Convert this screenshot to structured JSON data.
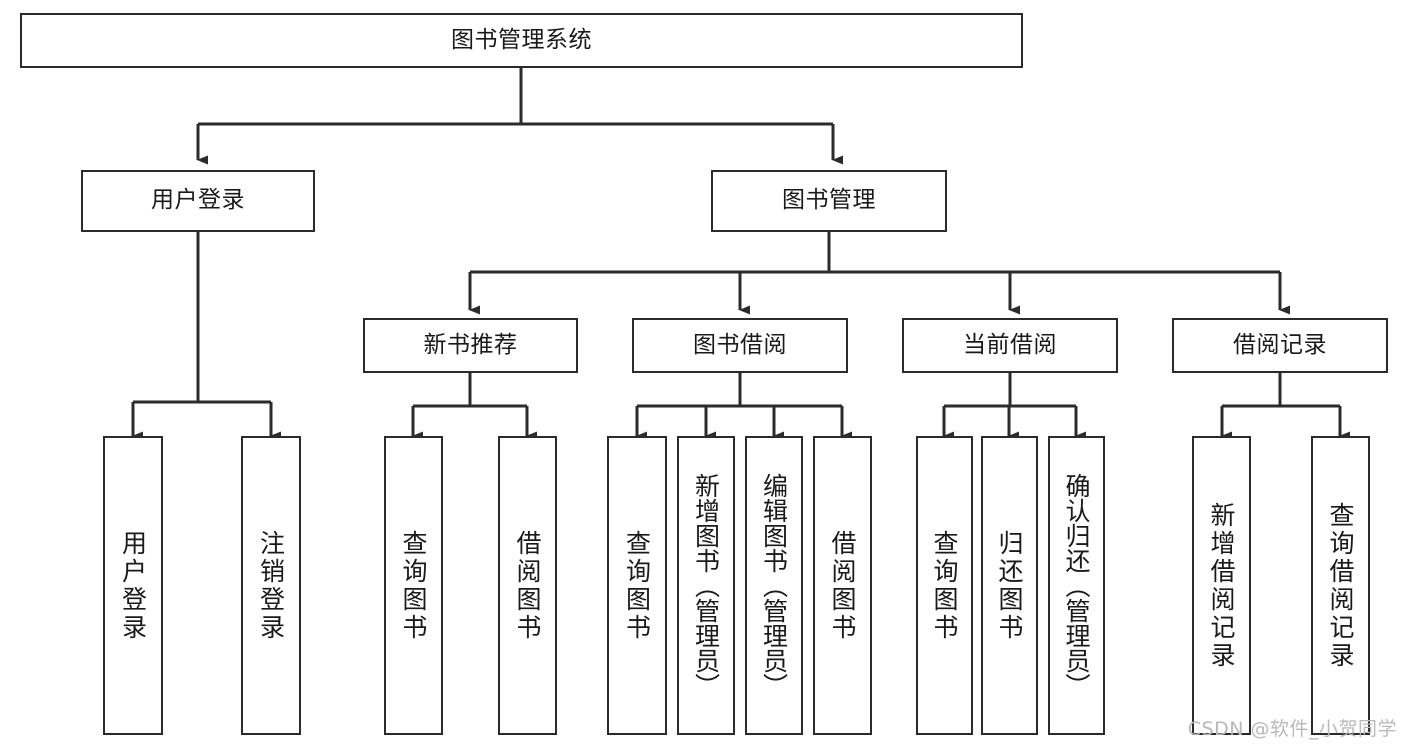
{
  "diagram": {
    "title": "图书管理系统",
    "type": "tree",
    "background": "#ffffff",
    "line_color": "#2b2b2b",
    "box_border_color": "#2b2b2b",
    "box_fill": "#ffffff",
    "text_color": "#1a1a1a"
  },
  "root": {
    "label": "图书管理系统"
  },
  "level1": [
    {
      "label": "用户登录"
    },
    {
      "label": "图书管理"
    }
  ],
  "level2": [
    {
      "label": "新书推荐"
    },
    {
      "label": "图书借阅"
    },
    {
      "label": "当前借阅"
    },
    {
      "label": "借阅记录"
    }
  ],
  "leaves": {
    "user_login": [
      {
        "label": "用户登录"
      },
      {
        "label": "注销登录"
      }
    ],
    "new_book": [
      {
        "label": "查询图书"
      },
      {
        "label": "借阅图书"
      }
    ],
    "book_borrow": [
      {
        "label": "查询图书"
      },
      {
        "label": "新增图书（管理员）"
      },
      {
        "label": "编辑图书（管理员）"
      },
      {
        "label": "借阅图书"
      }
    ],
    "current_borrow": [
      {
        "label": "查询图书"
      },
      {
        "label": "归还图书"
      },
      {
        "label": "确认归还（管理员）"
      }
    ],
    "borrow_record": [
      {
        "label": "新增借阅记录"
      },
      {
        "label": "查询借阅记录"
      }
    ]
  },
  "watermark": {
    "text": "CSDN @软件_小贺同学"
  }
}
